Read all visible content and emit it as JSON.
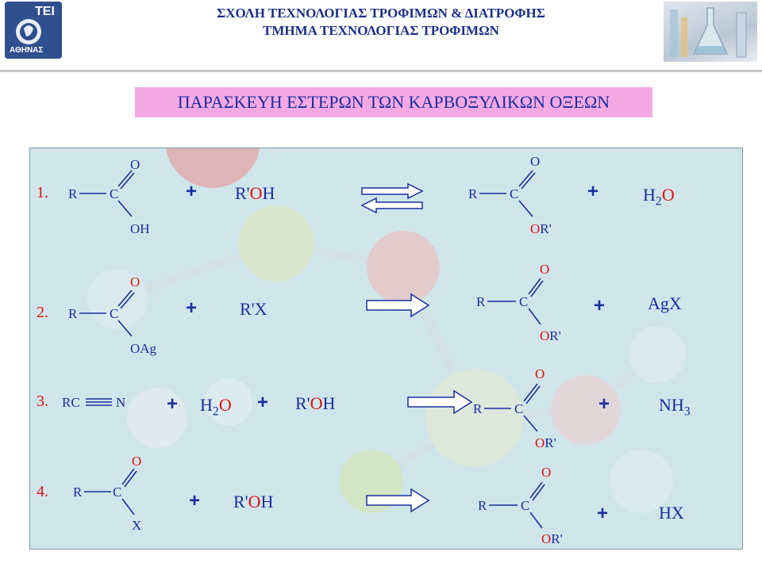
{
  "header": {
    "line1": "ΣΧΟΛΗ ΤΕΧΝΟΛΟΓΙΑΣ ΤΡΟΦΙΜΩΝ & ΔΙΑΤΡΟΦΗΣ",
    "line2": "ΤΜΗΜΑ ΤΕΧΝΟΛΟΓΙΑΣ ΤΡΟΦΙΜΩΝ",
    "logo_text_top": "ΤΕΙ",
    "logo_text_bottom": "ΑΘΗΝΑΣ"
  },
  "page_title": "ΠΑΡΑΣΚΕΥΗ ΕΣΤΕΡΩΝ ΤΩΝ ΚΑΡΒΟΞΥΛΙΚΩΝ ΟΞΕΩΝ",
  "colors": {
    "title_bg": "#f4a9e4",
    "panel_bg": "#cfe5ea",
    "text_blue": "#1a2fa0",
    "accent_red": "#e01010"
  },
  "reactions": [
    {
      "number": "1.",
      "reactant1": {
        "r": "R",
        "c": "C",
        "top": "O",
        "bottom": "OH"
      },
      "plus1": "+",
      "reactant2": {
        "prefix": "R'",
        "o": "O",
        "suffix": "H"
      },
      "arrow": "equilibrium-arrow",
      "product1": {
        "r": "R",
        "c": "C",
        "top": "O",
        "bottom_o": "O",
        "bottom_rest": "R'"
      },
      "plus2": "+",
      "product2": {
        "h": "H",
        "sub": "2",
        "o": "O"
      }
    },
    {
      "number": "2.",
      "reactant1": {
        "r": "R",
        "c": "C",
        "top": "O",
        "bottom": "OAg"
      },
      "plus1": "+",
      "reactant2": "R'X",
      "arrow": "right-arrow",
      "product1": {
        "r": "R",
        "c": "C",
        "top": "O",
        "bottom_o": "O",
        "bottom_rest": "R'"
      },
      "plus2": "+",
      "product2": "AgX"
    },
    {
      "number": "3.",
      "reactant1": {
        "rc": "RC",
        "n": "N"
      },
      "plus1": "+",
      "reactant2": {
        "h": "H",
        "sub": "2",
        "o": "O"
      },
      "plus2": "+",
      "reactant3": {
        "prefix": "R'",
        "o": "O",
        "suffix": "H"
      },
      "arrow": "right-arrow",
      "product1": {
        "r": "R",
        "c": "C",
        "top": "O",
        "bottom_o": "O",
        "bottom_rest": "R'"
      },
      "plus3": "+",
      "product2": {
        "nh": "NH",
        "sub": "3"
      }
    },
    {
      "number": "4.",
      "reactant1": {
        "r": "R",
        "c": "C",
        "top": "O",
        "bottom": "X"
      },
      "plus1": "+",
      "reactant2": {
        "prefix": "R'",
        "o": "O",
        "suffix": "H"
      },
      "arrow": "right-arrow",
      "product1": {
        "r": "R",
        "c": "C",
        "top": "O",
        "bottom_o": "O",
        "bottom_rest": "R'"
      },
      "plus2": "+",
      "product2": "HX"
    }
  ]
}
